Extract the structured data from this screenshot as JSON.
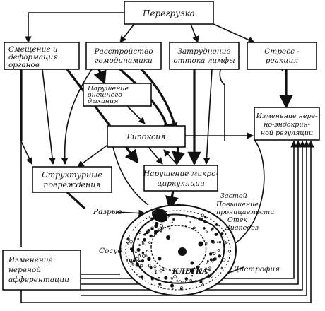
{
  "boxes": {
    "overload": "Перегрузка",
    "displacement": [
      "Смещение и",
      "деформация",
      "органов"
    ],
    "hemodynamics": [
      "Расстройство",
      "гемодинамики"
    ],
    "lymph": [
      "Затруднение",
      "оттока лимфы"
    ],
    "stress": [
      "Стресс -",
      "реакция"
    ],
    "respiration": [
      "Нарушение",
      "внешнего",
      "дыхания"
    ],
    "hypoxia": "Гипоксия",
    "neuroendocrine": [
      "Изменение нерв-",
      "но-эндокрин-",
      "ной регуляции"
    ],
    "structural": [
      "Структурные",
      "повреждения"
    ],
    "microcirculation": [
      "Нарушение микро-",
      "циркуляции"
    ],
    "afferentation": [
      "Изменение",
      "нервной",
      "афферентации"
    ]
  },
  "labels": {
    "rupture": "Разрыв",
    "vessel": "Сосуд",
    "cell": "КЛЕТКА",
    "dystrophy": "Дистрофия",
    "effects": [
      "Застой",
      "Повышение",
      "проницаемости",
      "Отек",
      "Диапедез"
    ]
  },
  "arrow_color": "#111111"
}
